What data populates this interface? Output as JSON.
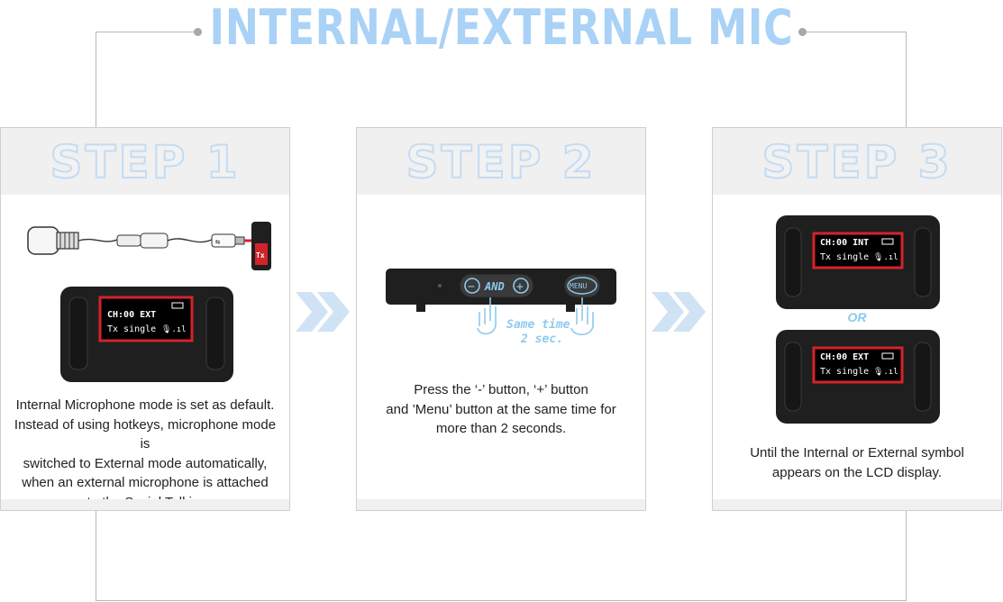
{
  "title": "INTERNAL/EXTERNAL MIC",
  "steps": [
    {
      "label": "STEP 1",
      "description": "Internal Microphone mode is set as default.\nInstead of using hotkeys, microphone mode is\nswitched to External mode automatically,\nwhen an external microphone is attached\nto the Social Talkie.",
      "lcd": {
        "line1": "CH:00  EXT",
        "line2": "Tx single"
      },
      "tx_label": "Tx"
    },
    {
      "label": "STEP 2",
      "description": "Press the ‘-’ button, ‘+’ button\nand ’Menu’ button at the same time for\nmore than 2 seconds.",
      "and_label": "AND",
      "minus": "−",
      "plus": "+",
      "menu_label": "MENU",
      "same_time": "Same time",
      "two_sec": "2 sec."
    },
    {
      "label": "STEP 3",
      "description": "Until the Internal or External symbol\nappears on the LCD display.",
      "lcd_int": {
        "line1": "CH:00  INT",
        "line2": "Tx single"
      },
      "or_label": "OR",
      "lcd_ext": {
        "line1": "CH:00  EXT",
        "line2": "Tx single"
      }
    }
  ],
  "colors": {
    "title": "#a9d2f6",
    "chevron": "#cfe3f5",
    "lcd_border": "#d3232a",
    "device": "#1f1f1f"
  }
}
